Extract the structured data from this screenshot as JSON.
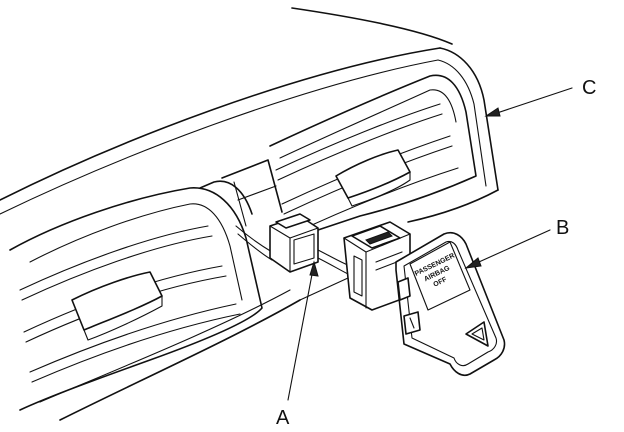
{
  "callouts": {
    "a": "A",
    "b": "B",
    "c": "C"
  },
  "switch_face": {
    "line1": "PASSENGER",
    "line2": "AIRBAG",
    "line3": "OFF"
  }
}
